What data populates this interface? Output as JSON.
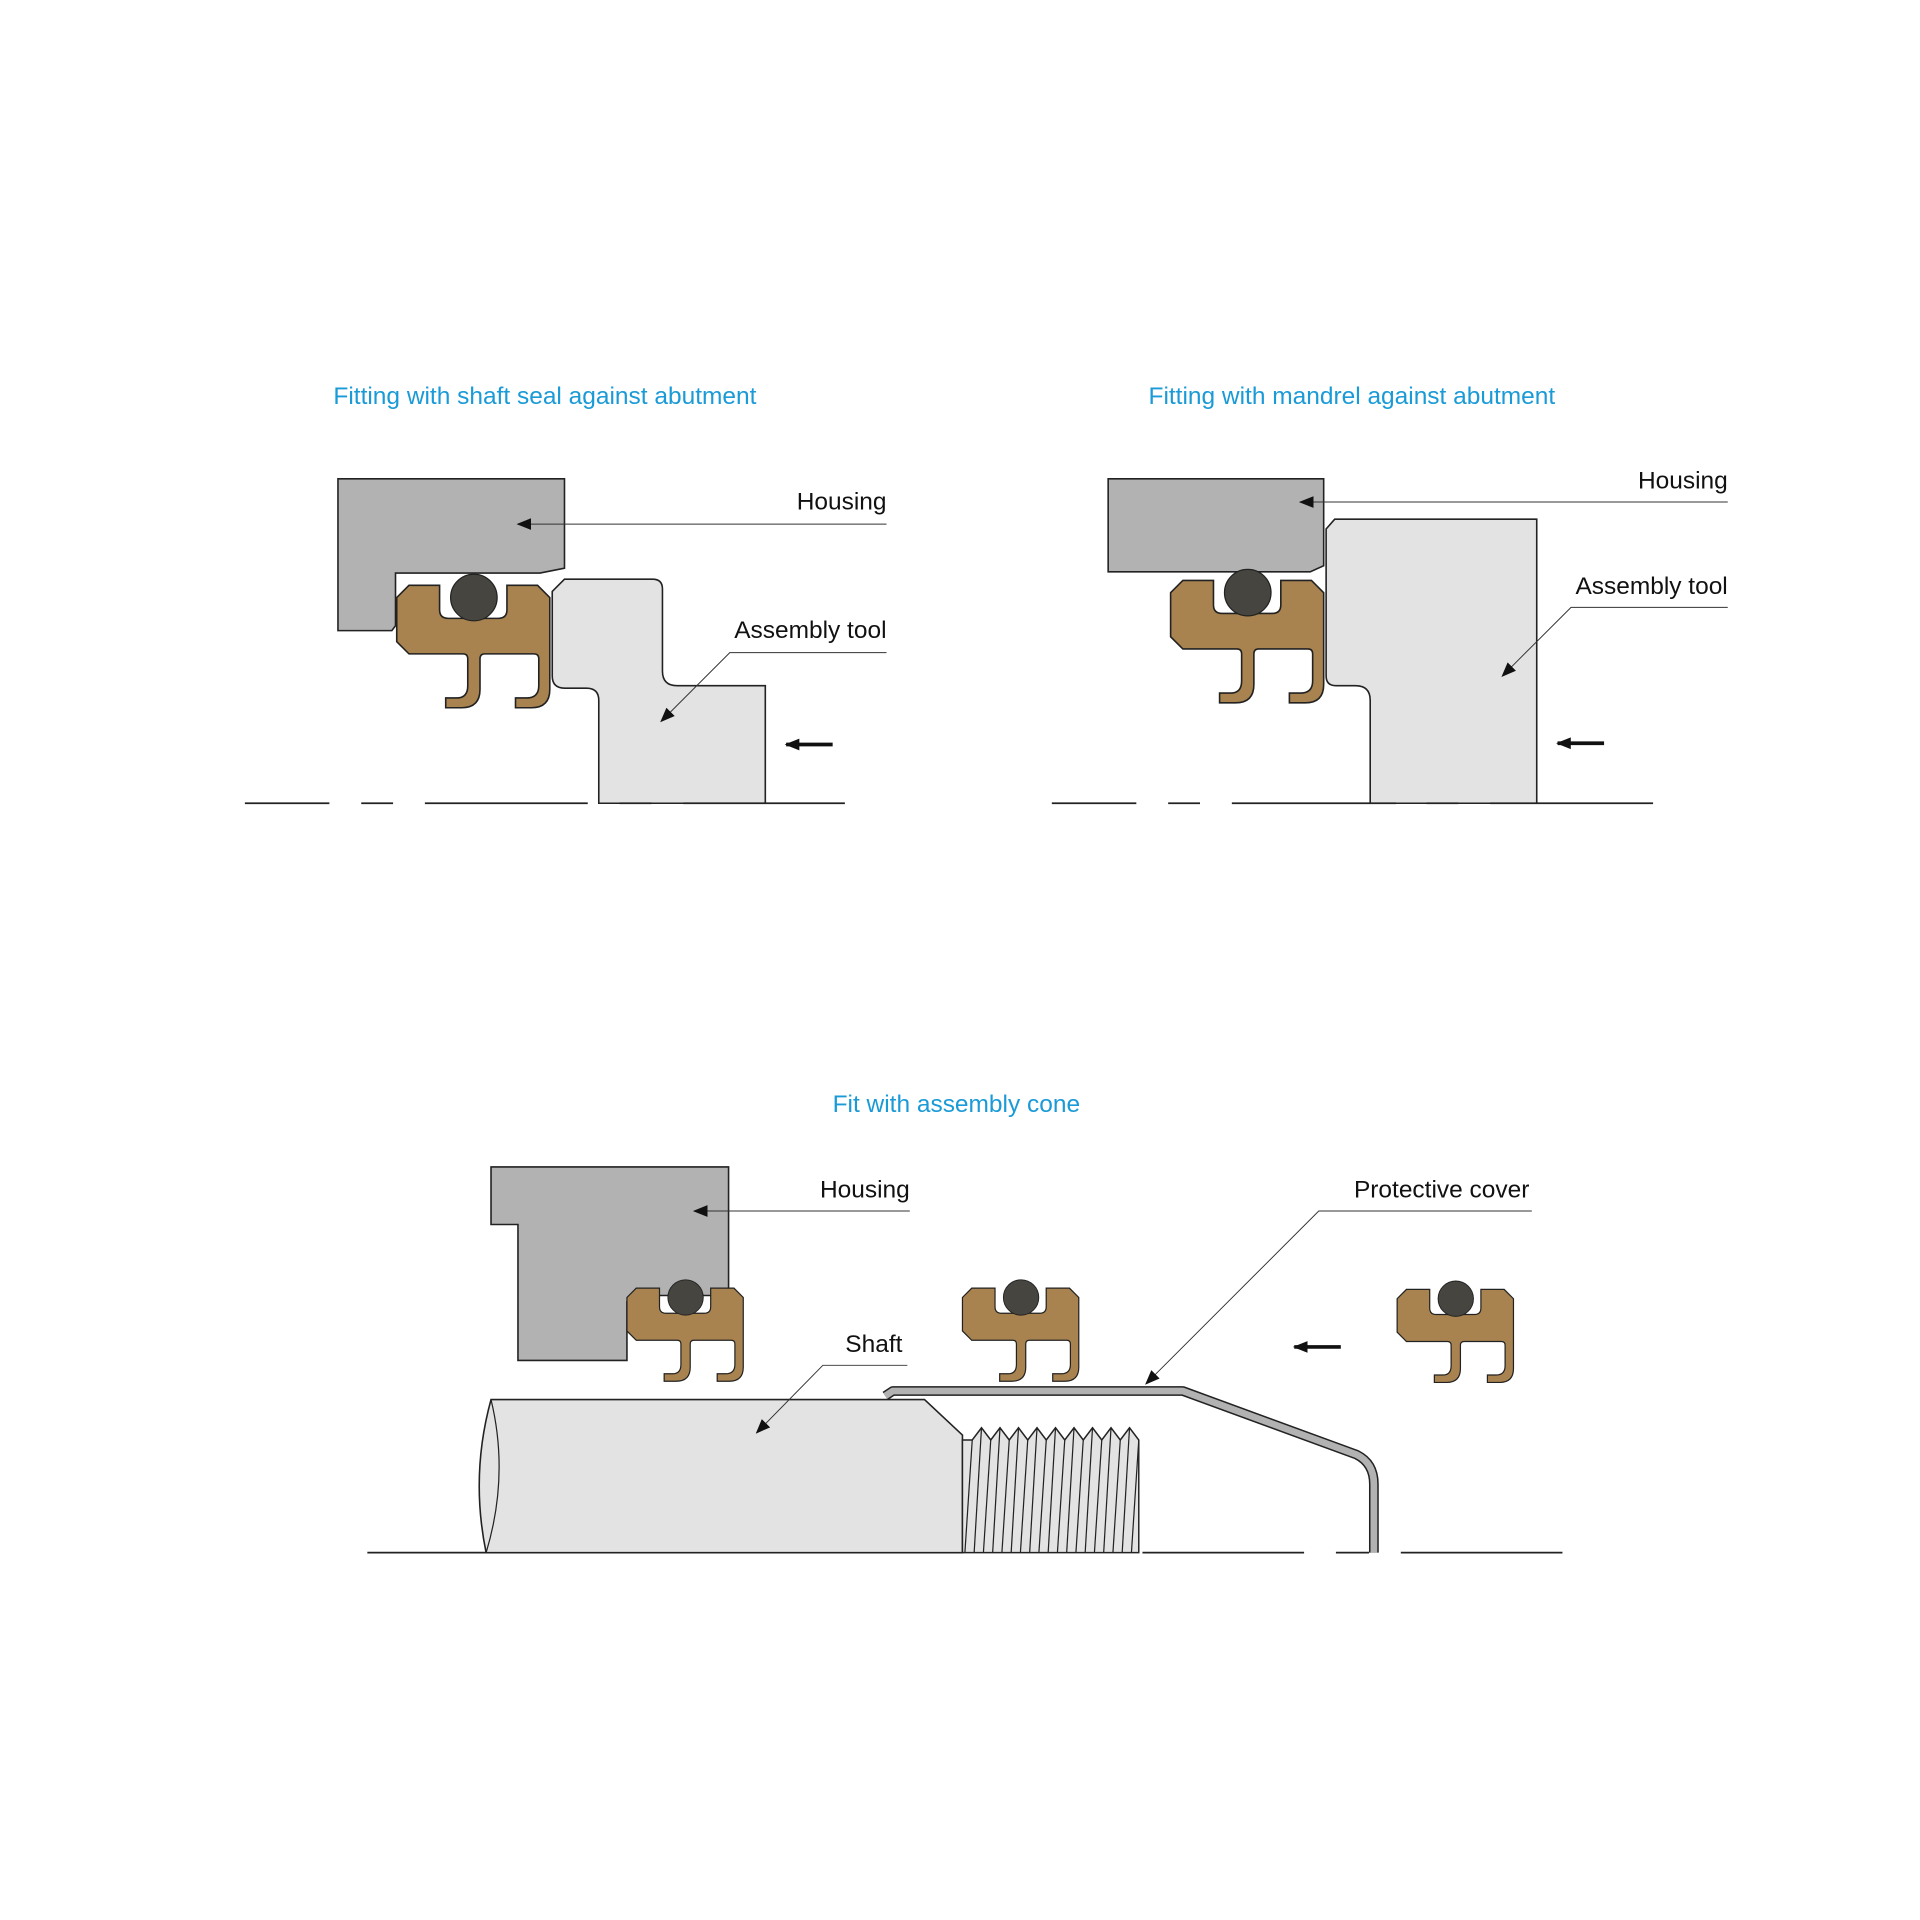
{
  "panels": [
    {
      "title": "Fitting with shaft seal against abutment",
      "labels": {
        "housing": "Housing",
        "tool": "Assembly tool"
      }
    },
    {
      "title": "Fitting with mandrel against abutment",
      "labels": {
        "housing": "Housing",
        "tool": "Assembly tool"
      }
    },
    {
      "title": "Fit with assembly cone",
      "labels": {
        "housing": "Housing",
        "shaft": "Shaft",
        "cover": "Protective cover"
      }
    }
  ],
  "colors": {
    "title": "#1a9ad6",
    "housing": "#b1b2b1",
    "tool": "#e3e3e3",
    "seal": "#a8834f",
    "ring": "#474540"
  }
}
